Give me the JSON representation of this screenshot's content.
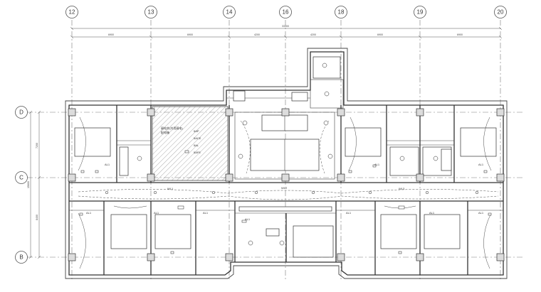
{
  "drawing": {
    "axis_labels_top": [
      "12",
      "13",
      "14",
      "16",
      "18",
      "19",
      "20"
    ],
    "axis_labels_left": [
      "D",
      "C",
      "B"
    ],
    "overall_dimension": "33300",
    "bay_dimensions": [
      "6900",
      "6900",
      "4200",
      "4200",
      "6900",
      "6900"
    ],
    "row_dimensions": [
      "7200",
      "8400",
      "15600"
    ],
    "hatched_room_notes": [
      "弱电井(共用弱电)",
      "配电箱",
      "5AP",
      "5ACE",
      "5AL",
      "5AFE"
    ],
    "room_tags": [
      "AL1",
      "AL1",
      "AL1",
      "AL1",
      "AL1",
      "AL1",
      "AL1",
      "AL1",
      "AL1",
      "AL1"
    ],
    "corridor_tags": [
      "WL1",
      "WL2",
      "WL3"
    ]
  }
}
